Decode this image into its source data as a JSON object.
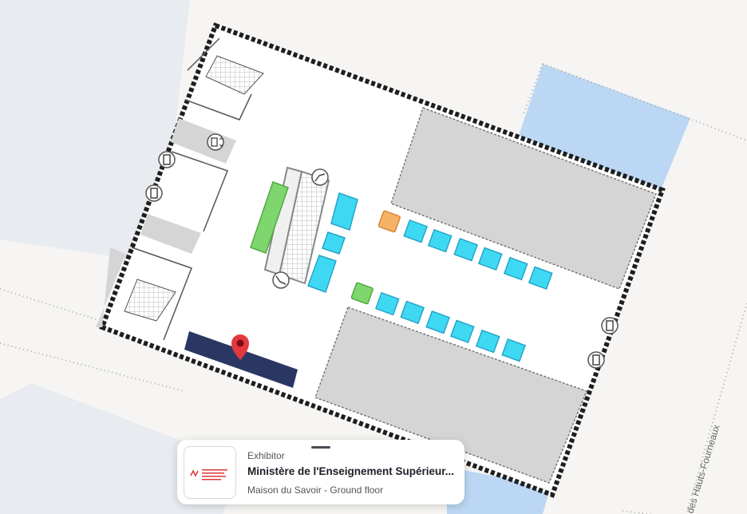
{
  "map": {
    "street_label": "des Hauts-Fourneaux",
    "colors": {
      "background": "#f6f5f3",
      "building_fill": "#ffffff",
      "wall": "#1e1e1e",
      "grey_zone": "#d5d5d5",
      "water": "#bcd7f3",
      "parcel": "#e8ebf0",
      "booth_cyan": "#3fd8f3",
      "booth_green": "#7fd66e",
      "booth_orange": "#f6b266",
      "selected_booth": "#2a3763",
      "marker": "#e3383d"
    },
    "icons": [
      "door-icon",
      "elevator-icon",
      "escalator-up-icon",
      "escalator-down-icon",
      "location-pin-icon"
    ]
  },
  "card": {
    "kicker": "Exhibitor",
    "title": "Ministère de l'Enseignement Supérieur...",
    "subtitle": "Maison du Savoir - Ground floor"
  }
}
